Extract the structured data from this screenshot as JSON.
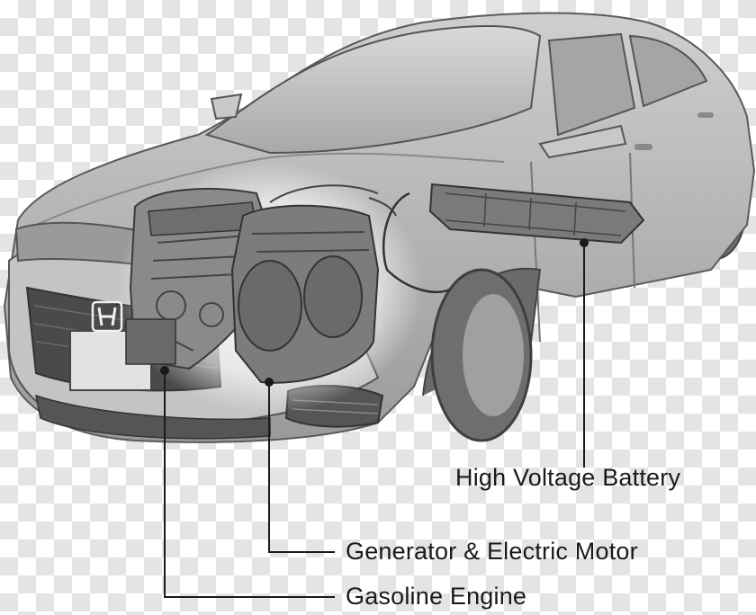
{
  "labels": {
    "battery": "High Voltage Battery",
    "motor": "Generator & Electric Motor",
    "engine": "Gasoline Engine"
  },
  "icons": {
    "brand_emblem": "honda-h-logo-icon"
  },
  "colors": {
    "body_paint": "#b8b8b8",
    "dark_trim": "#4a4a4a",
    "leader_line": "#1a1a1a",
    "label_text": "#1a1a1a",
    "checker": "#e4e4e4"
  }
}
